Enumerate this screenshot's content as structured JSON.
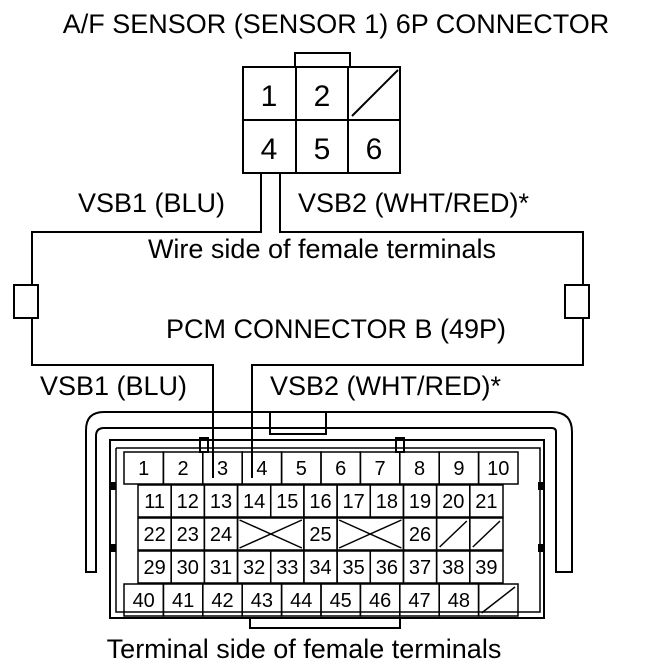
{
  "title": "A/F SENSOR (SENSOR 1) 6P CONNECTOR",
  "wires": {
    "vsb1_label": "VSB1 (BLU)",
    "vsb2_label": "VSB2 (WHT/RED)*"
  },
  "sensor_connector": {
    "pins": [
      "1",
      "2",
      "",
      "4",
      "5",
      "6"
    ]
  },
  "wire_side_label": "Wire side of female terminals",
  "pcm_label": "PCM CONNECTOR B (49P)",
  "terminal_side_label": "Terminal side of female terminals",
  "pcm_connector": {
    "rows": [
      [
        "1",
        "2",
        "3",
        "4",
        "5",
        "6",
        "7",
        "8",
        "9",
        "10"
      ],
      [
        "11",
        "12",
        "13",
        "14",
        "15",
        "16",
        "17",
        "18",
        "19",
        "20",
        "21"
      ],
      [
        "22",
        "23",
        "24",
        "X",
        "25",
        "X",
        "26",
        "/",
        "/"
      ],
      [
        "29",
        "30",
        "31",
        "32",
        "33",
        "34",
        "35",
        "36",
        "37",
        "38",
        "39"
      ],
      [
        "40",
        "41",
        "42",
        "43",
        "44",
        "45",
        "46",
        "47",
        "48",
        "/"
      ]
    ]
  }
}
